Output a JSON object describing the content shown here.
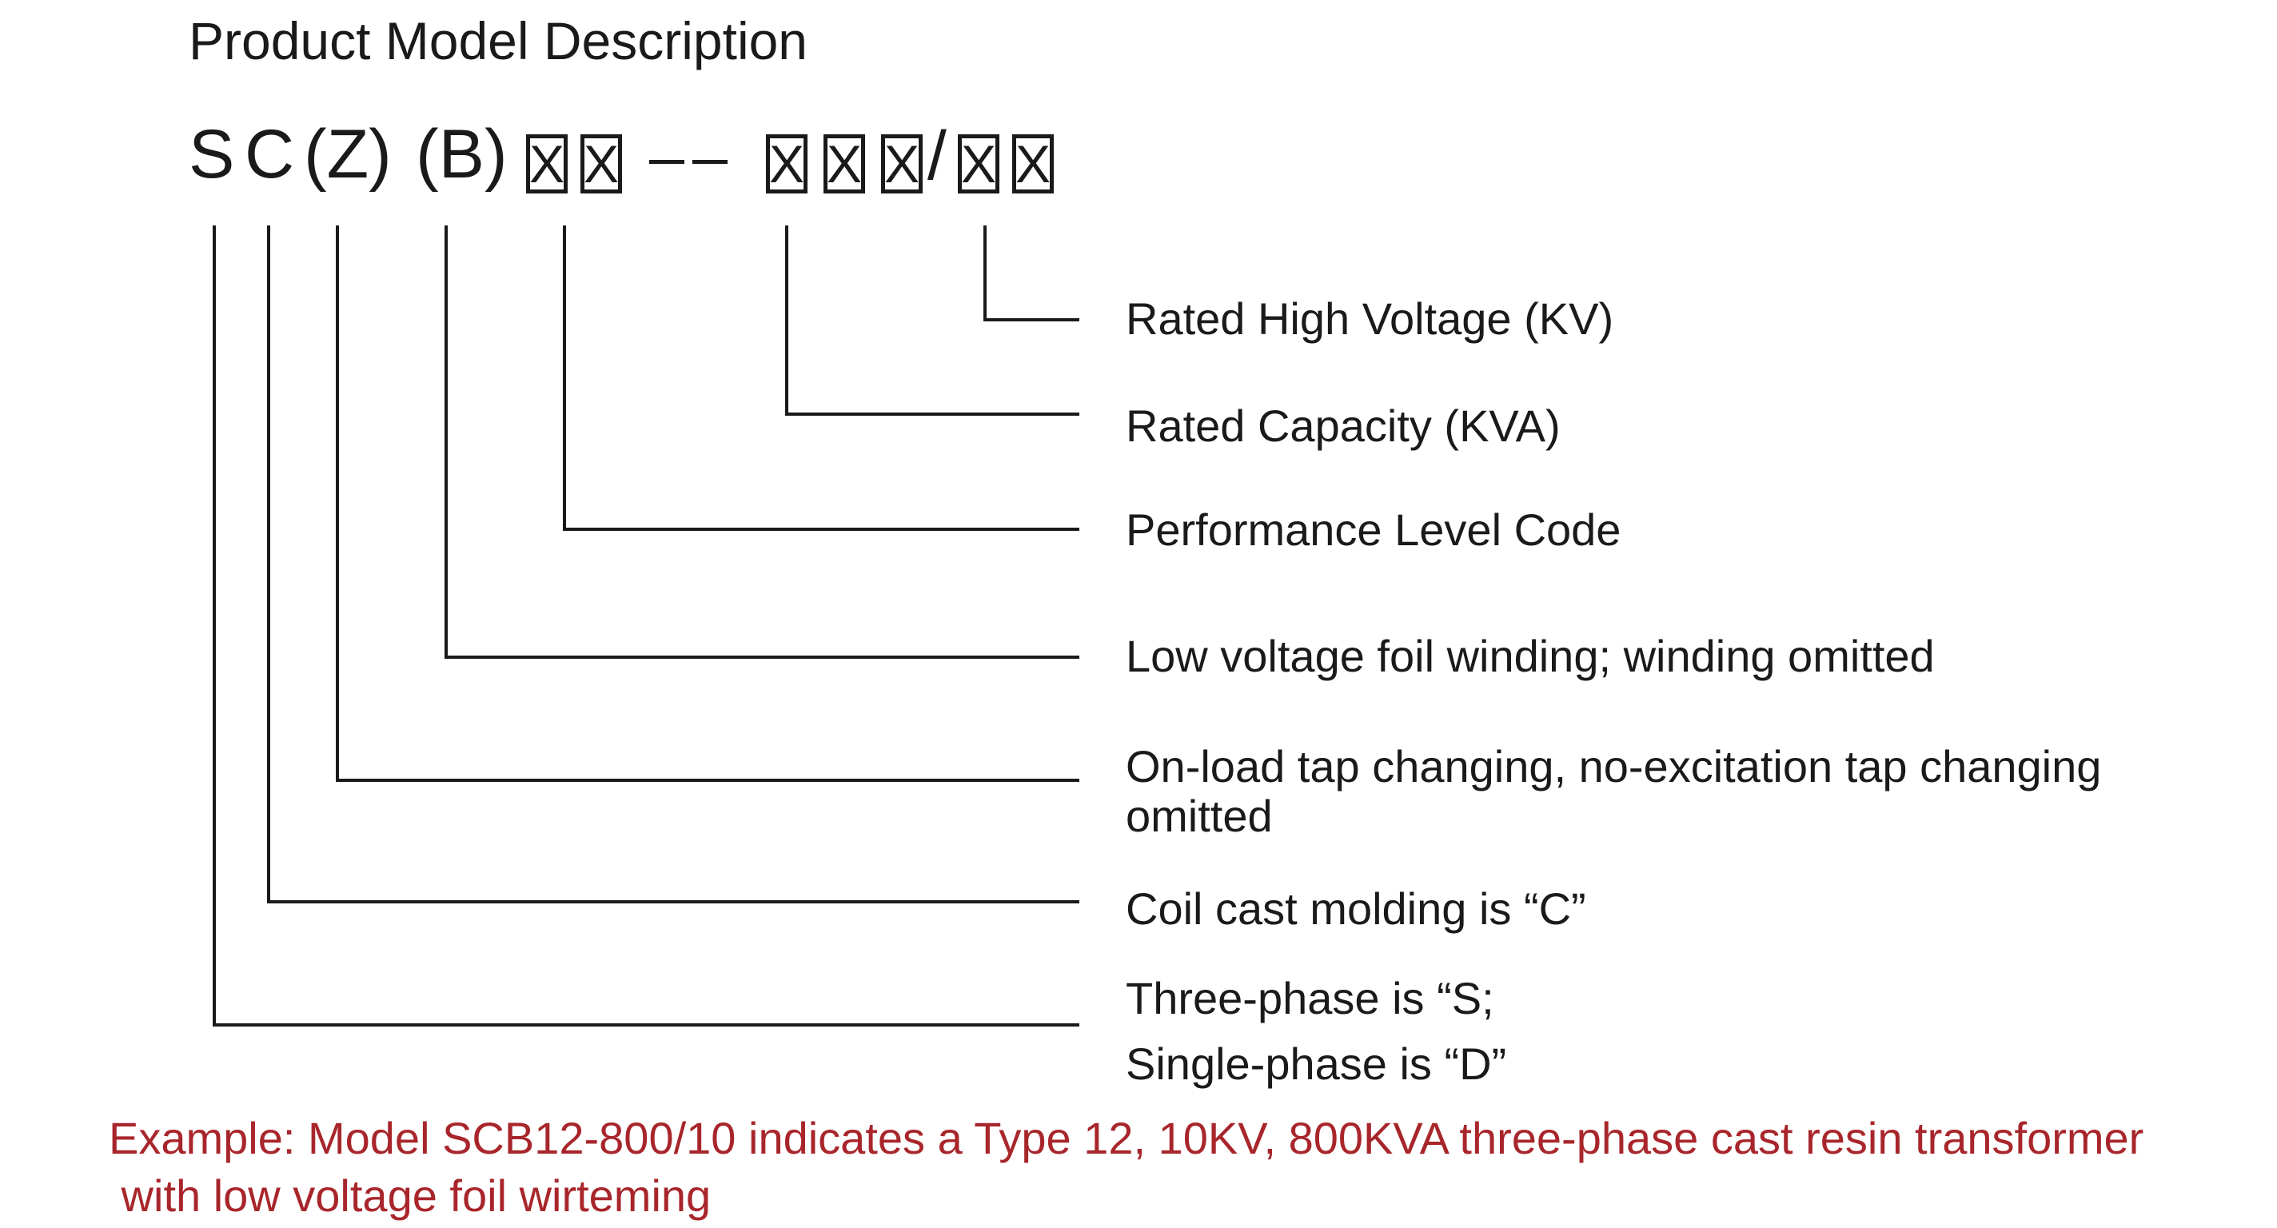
{
  "title": "Product Model Description",
  "model_code": {
    "letters": [
      "S",
      "C",
      "(Z)",
      "(B)"
    ],
    "box_glyph": "X",
    "slash": "/"
  },
  "labels": [
    {
      "id": "rated-high-voltage",
      "lines": [
        "Rated High Voltage (KV)"
      ]
    },
    {
      "id": "rated-capacity",
      "lines": [
        "Rated Capacity (KVA)"
      ]
    },
    {
      "id": "performance-level-code",
      "lines": [
        "Performance Level Code"
      ]
    },
    {
      "id": "low-voltage-foil-winding",
      "lines": [
        "Low voltage foil winding; winding omitted"
      ]
    },
    {
      "id": "on-load-tap-changing",
      "lines": [
        "On-load tap changing, no-excitation tap changing",
        "omitted"
      ]
    },
    {
      "id": "coil-cast-molding",
      "lines": [
        "Coil cast molding is “C”"
      ]
    },
    {
      "id": "phase",
      "lines": [
        "Three-phase is “S;",
        "Single-phase is “D”"
      ]
    }
  ],
  "example": {
    "lines": [
      "Example: Model SCB12-800/10 indicates a Type 12, 10KV, 800KVA three-phase cast resin transformer",
      " with low voltage foil wirteming"
    ],
    "color": "#a8262b"
  },
  "colors": {
    "text": "#1a1a1a",
    "example": "#a8262b",
    "background": "#ffffff"
  }
}
